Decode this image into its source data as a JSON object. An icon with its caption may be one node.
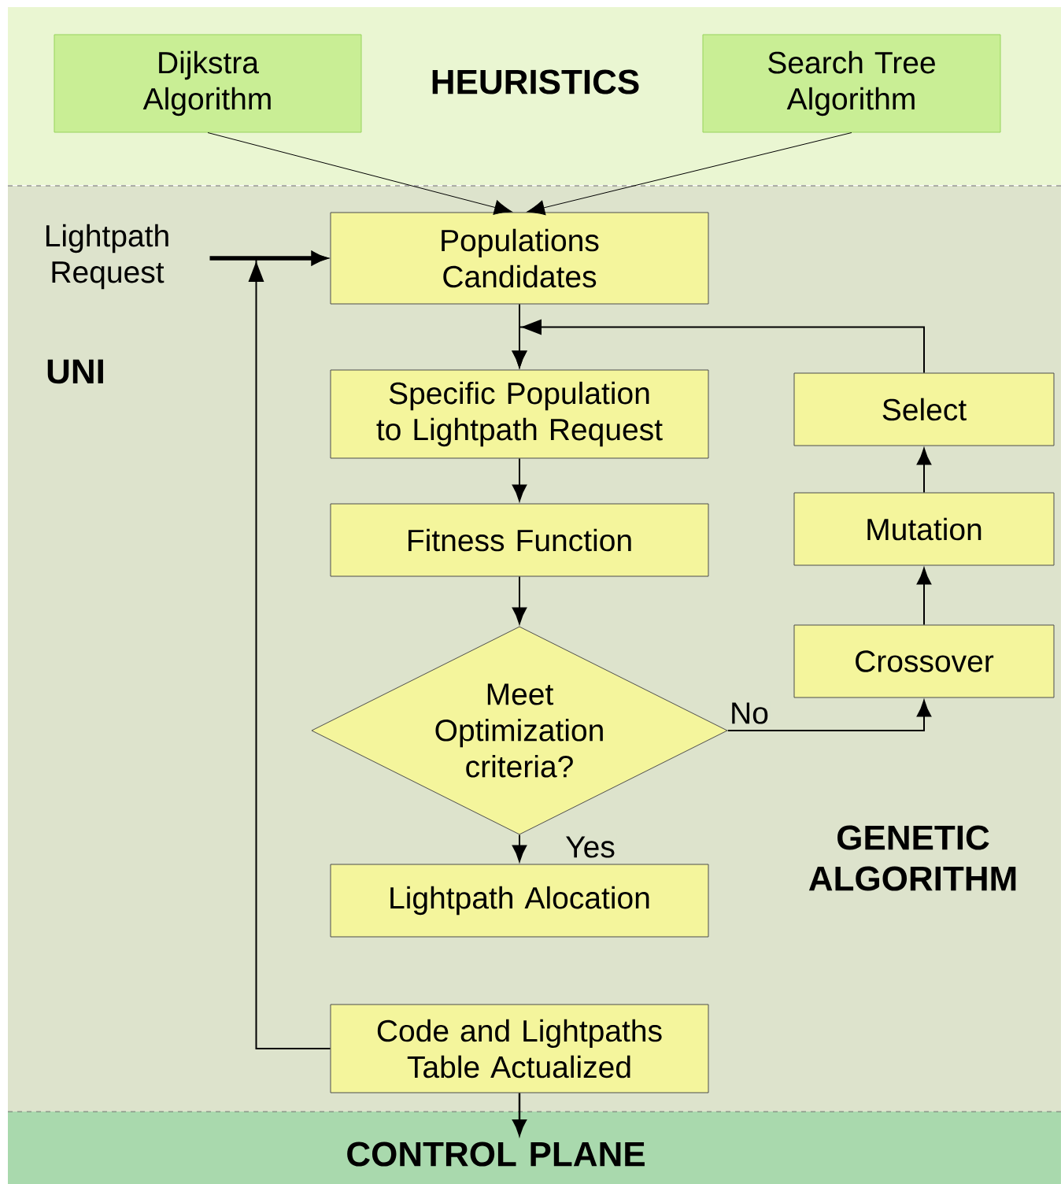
{
  "diagram": {
    "nodes": [
      {
        "text": [
          "HEURISTICS"
        ]
      },
      {
        "text": [
          "Dijkstra Algorithm"
        ],
        "in": 0
      },
      {
        "text": [
          "Search Tree Algorithm"
        ],
        "in": 0
      },
      {
        "text": [
          "GENETIC ALGORITHM"
        ]
      },
      {
        "text": [
          "Lightpath Request"
        ],
        "in": 3
      },
      {
        "text": [
          "Populations Candidates"
        ],
        "in": 3
      },
      {
        "text": [
          "Specific Population to Lightpath Request"
        ],
        "in": 3
      },
      {
        "text": [
          "Fitness Function"
        ],
        "in": 3
      },
      {
        "text": [
          "Meet Optimization criteria?"
        ],
        "in": 3
      },
      {
        "text": [
          "Lightpath Alocation"
        ],
        "in": 3
      },
      {
        "text": [
          "Code and Lightpaths Table Actualized"
        ],
        "in": 3
      },
      {
        "text": [
          "Crossover"
        ],
        "in": 3
      },
      {
        "text": [
          "Mutation"
        ],
        "in": 3
      },
      {
        "text": [
          "Select"
        ],
        "in": 3
      },
      {
        "text": [
          "CONTROL PLANE"
        ]
      }
    ],
    "edges": [
      {
        "from": 1,
        "to": 5,
        "arrow": "to"
      },
      {
        "from": 2,
        "to": 5,
        "arrow": "to"
      },
      {
        "from": 4,
        "to": 5,
        "arrow": "to",
        "style": "thick"
      },
      {
        "from": 10,
        "to": 5,
        "arrow": "to"
      },
      {
        "from": 5,
        "to": 6,
        "arrow": "to"
      },
      {
        "from": 6,
        "to": 7,
        "arrow": "to"
      },
      {
        "from": 7,
        "to": 8,
        "arrow": "to"
      },
      {
        "from": 8,
        "to": 9,
        "arrow": "to",
        "label": "Yes"
      },
      {
        "from": 8,
        "to": 11,
        "arrow": "to",
        "label": "No"
      },
      {
        "from": 11,
        "to": 12,
        "arrow": "to"
      },
      {
        "from": 12,
        "to": 13,
        "arrow": "to"
      },
      {
        "from": 13,
        "to": 6,
        "arrow": "to"
      },
      {
        "from": 10,
        "to": 14,
        "arrow": "to"
      }
    ],
    "labels": [
      "UNI"
    ]
  }
}
